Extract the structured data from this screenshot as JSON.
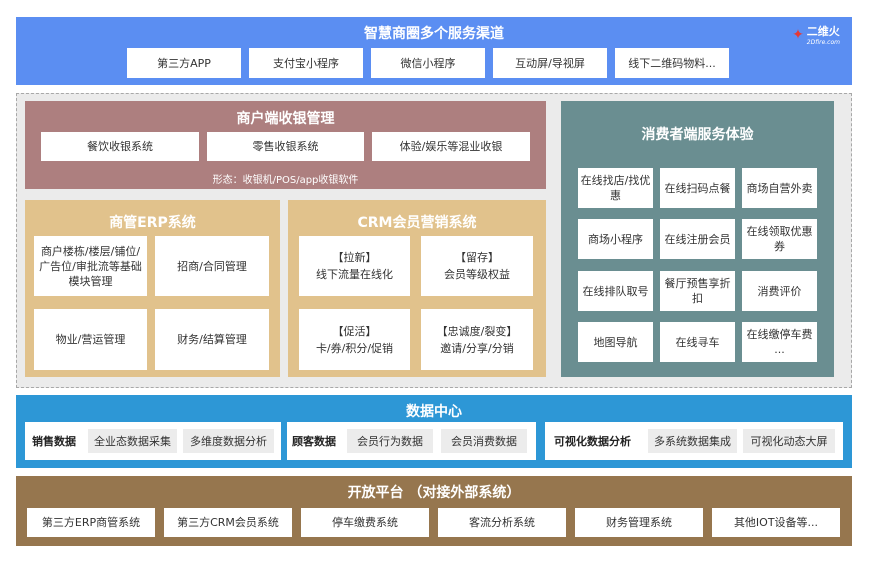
{
  "channels": {
    "title": "智慧商圈多个服务渠道",
    "items": [
      "第三方APP",
      "支付宝小程序",
      "微信小程序",
      "互动屏/导视屏",
      "线下二维码物料..."
    ],
    "logo_text": "二维火",
    "logo_sub": "2Dfire.com"
  },
  "cashier": {
    "title": "商户端收银管理",
    "items": [
      "餐饮收银系统",
      "零售收银系统",
      "体验/娱乐等混业收银"
    ],
    "form": "形态：收银机/POS/app收银软件"
  },
  "erp": {
    "title": "商管ERP系统",
    "items": [
      "商户楼栋/楼层/铺位/广告位/审批流等基础模块管理",
      "招商/合同管理",
      "物业/营运管理",
      "财务/结算管理"
    ]
  },
  "crm": {
    "title": "CRM会员营销系统",
    "items": [
      {
        "head": "【拉新】",
        "body": "线下流量在线化"
      },
      {
        "head": "【留存】",
        "body": "会员等级权益"
      },
      {
        "head": "【促活】",
        "body": "卡/券/积分/促销"
      },
      {
        "head": "【忠诚度/裂变】",
        "body": "邀请/分享/分销"
      }
    ]
  },
  "consumer": {
    "title": "消费者端服务体验",
    "items": [
      "在线找店/找优惠",
      "在线扫码点餐",
      "商场自营外卖",
      "商场小程序",
      "在线注册会员",
      "在线领取优惠券",
      "在线排队取号",
      "餐厅预售享折扣",
      "消费评价",
      "地图导航",
      "在线寻车",
      "在线缴停车费 ..."
    ]
  },
  "datacenter": {
    "title": "数据中心",
    "groups": [
      {
        "label": "销售数据",
        "items": [
          "全业态数据采集",
          "多维度数据分析"
        ]
      },
      {
        "label": "顾客数据",
        "items": [
          "会员行为数据",
          "会员消费数据"
        ]
      },
      {
        "label": "可视化数据分析",
        "items": [
          "多系统数据集成",
          "可视化动态大屏"
        ]
      }
    ]
  },
  "openplat": {
    "title": "开放平台 （对接外部系统）",
    "items": [
      "第三方ERP商管系统",
      "第三方CRM会员系统",
      "停车缴费系统",
      "客流分析系统",
      "财务管理系统",
      "其他IOT设备等..."
    ]
  }
}
